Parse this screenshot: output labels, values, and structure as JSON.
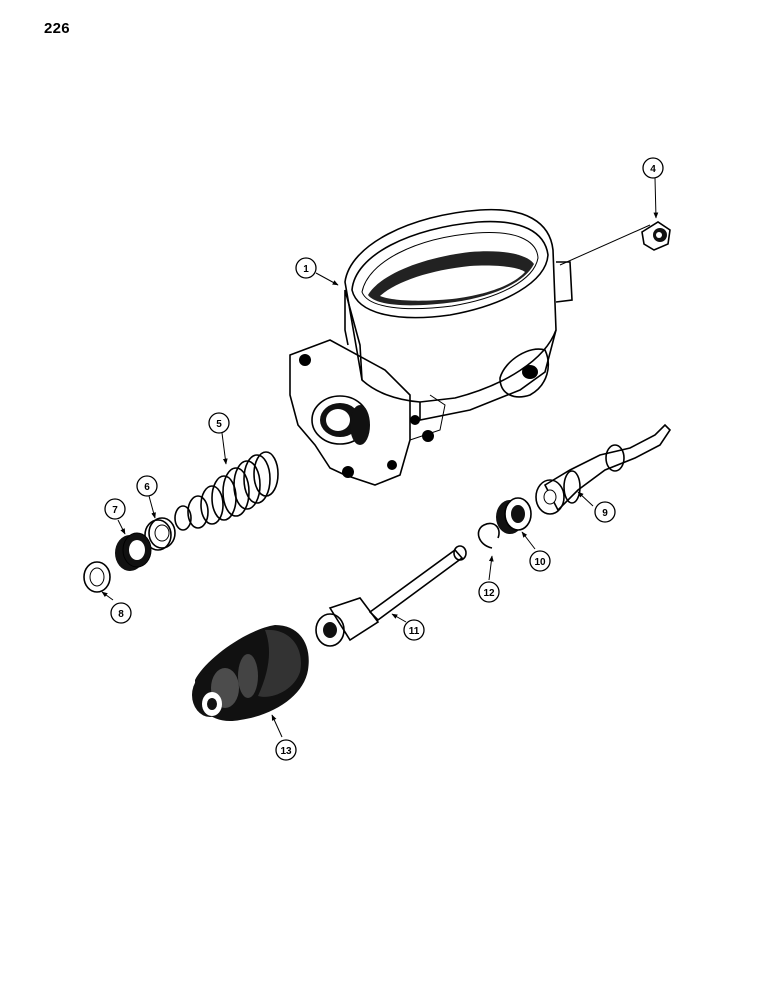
{
  "page": {
    "number": "226"
  },
  "callouts": [
    {
      "id": "c1",
      "label": "1"
    },
    {
      "id": "c4",
      "label": "4"
    },
    {
      "id": "c5",
      "label": "5"
    },
    {
      "id": "c6",
      "label": "6"
    },
    {
      "id": "c7",
      "label": "7"
    },
    {
      "id": "c8",
      "label": "8"
    },
    {
      "id": "c9",
      "label": "9"
    },
    {
      "id": "c10",
      "label": "10"
    },
    {
      "id": "c11",
      "label": "11"
    },
    {
      "id": "c12",
      "label": "12"
    },
    {
      "id": "c13",
      "label": "13"
    }
  ]
}
